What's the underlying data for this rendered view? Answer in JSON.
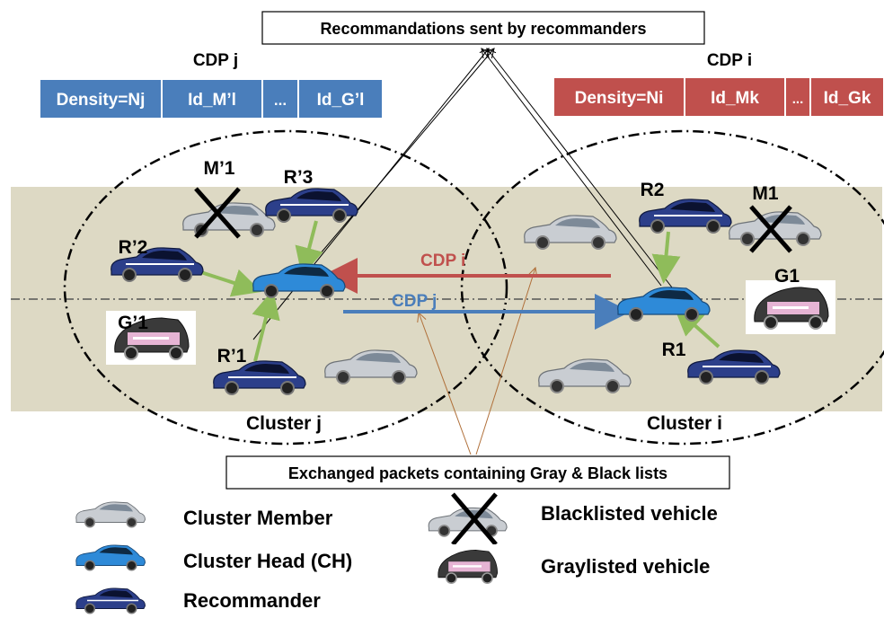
{
  "title_box": "Recommandations sent by recommanders",
  "bottom_box": "Exchanged packets containing Gray & Black lists",
  "cdp_left": {
    "heading": "CDP j",
    "fields": [
      "Density=Nj",
      "Id_M’l",
      "...",
      "Id_G’l"
    ],
    "color": "#4a7ebb"
  },
  "cdp_right": {
    "heading": "CDP i",
    "fields": [
      "Density=Ni",
      "Id_Mk",
      "...",
      "Id_Gk"
    ],
    "color": "#c0504d"
  },
  "clusters": {
    "left_label": "Cluster j",
    "right_label": "Cluster i"
  },
  "vehicles": {
    "m1p": "M’1",
    "r3p": "R’3",
    "r2p": "R’2",
    "g1p": "G’1",
    "r1p": "R’1",
    "r2": "R2",
    "m1": "M1",
    "g1": "G1",
    "r1": "R1"
  },
  "arrows": {
    "cdp_i": "CDP i",
    "cdp_j": "CDP j",
    "cdp_i_color": "#c0504d",
    "cdp_j_color": "#4a7ebb",
    "recommend_color": "#8fbc5a"
  },
  "road_color": "#ddd9c4",
  "legend": {
    "member": "Cluster Member",
    "head": "Cluster Head (CH)",
    "recommander": "Recommander",
    "blacklisted": "Blacklisted vehicle",
    "graylisted": "Graylisted vehicle"
  }
}
